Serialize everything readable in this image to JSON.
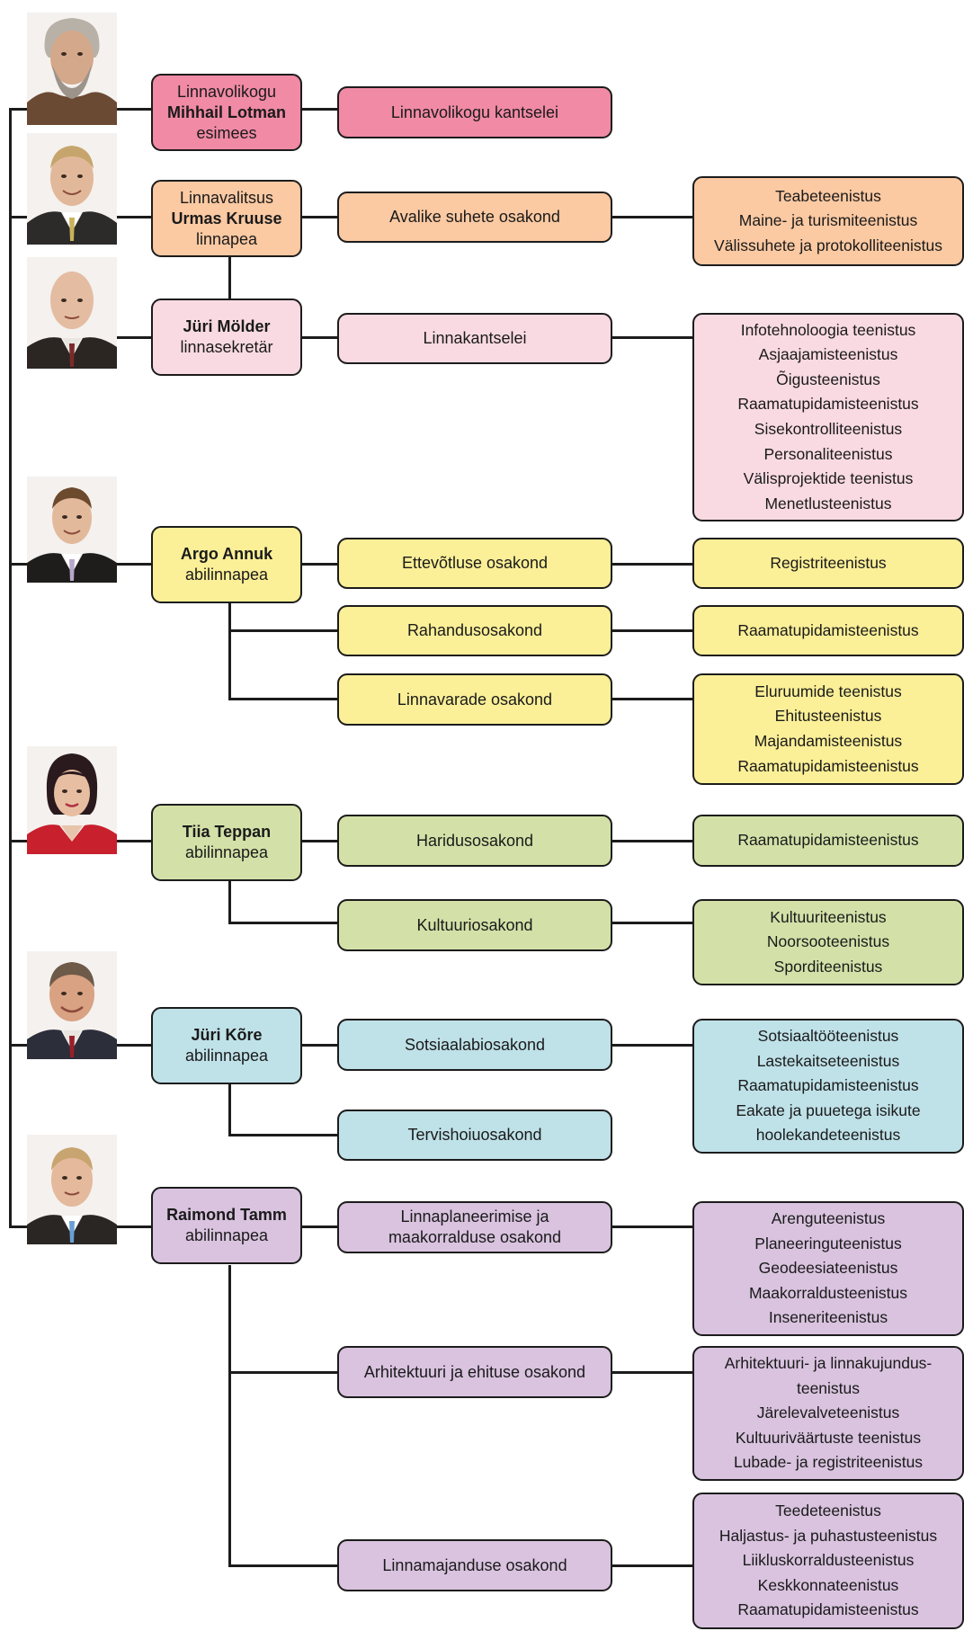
{
  "colors": {
    "council": "#f08aa5",
    "government": "#fbc9a2",
    "secretary": "#f9dae3",
    "annuk": "#fbef97",
    "teppan": "#d3e1a8",
    "kore": "#bfe1e8",
    "tamm": "#d9c3df",
    "line": "#1c1c1c"
  },
  "leaders": [
    {
      "role_top": "Linnavolikogu",
      "name": "Mihhail Lotman",
      "role": "esimees",
      "photo_icon": "man-gray-hair-beard-photo"
    },
    {
      "role_top": "Linnavalitsus",
      "name": "Urmas Kruuse",
      "role": "linnapea",
      "photo_icon": "man-blond-smiling-photo"
    },
    {
      "name": "Jüri Mölder",
      "role": "linnasekretär",
      "photo_icon": "man-bald-photo"
    },
    {
      "name": "Argo Annuk",
      "role": "abilinnapea",
      "photo_icon": "man-short-hair-photo"
    },
    {
      "name": "Tiia Teppan",
      "role": "abilinnapea",
      "photo_icon": "woman-dark-hair-red-jacket-photo"
    },
    {
      "name": "Jüri Kõre",
      "role": "abilinnapea",
      "photo_icon": "man-smiling-red-tie-photo"
    },
    {
      "name": "Raimond Tamm",
      "role": "abilinnapea",
      "photo_icon": "man-young-blue-tie-photo"
    }
  ],
  "departments": [
    {
      "l1": "Linnavolikogu kantselei"
    },
    {
      "l1": "Avalike suhete osakond"
    },
    {
      "l1": "Linnakantselei"
    },
    {
      "l1": "Ettevõtluse osakond"
    },
    {
      "l1": "Rahandusosakond"
    },
    {
      "l1": "Linnavarade osakond"
    },
    {
      "l1": "Haridusosakond"
    },
    {
      "l1": "Kultuuriosakond"
    },
    {
      "l1": "Sotsiaalabiosakond"
    },
    {
      "l1": "Tervishoiuosakond"
    },
    {
      "l1": "Linnaplaneerimise ja",
      "l2": "maakorralduse osakond"
    },
    {
      "l1": "Arhitektuuri ja ehituse osakond"
    },
    {
      "l1": "Linnamajanduse osakond"
    }
  ],
  "services": [
    [
      "Teabeteenistus",
      "Maine- ja turismiteenistus",
      "Välissuhete ja protokolliteenistus"
    ],
    [
      "Infotehnoloogia teenistus",
      "Asjaajamisteenistus",
      "Õigusteenistus",
      "Raamatupidamisteenistus",
      "Sisekontrolliteenistus",
      "Personaliteenistus",
      "Välisprojektide teenistus",
      "Menetlusteenistus"
    ],
    [
      "Registriteenistus"
    ],
    [
      "Raamatupidamisteenistus"
    ],
    [
      "Eluruumide teenistus",
      "Ehitusteenistus",
      "Majandamisteenistus",
      "Raamatupidamisteenistus"
    ],
    [
      "Raamatupidamisteenistus"
    ],
    [
      "Kultuuriteenistus",
      "Noorsooteenistus",
      "Sporditeenistus"
    ],
    [
      "Sotsiaaltööteenistus",
      "Lastekaitseteenistus",
      "Raamatupidamisteenistus",
      "Eakate ja puuetega isikute",
      "hoolekandeteenistus"
    ],
    [
      "Arenguteenistus",
      "Planeeringuteenistus",
      "Geodeesiateenistus",
      "Maakorraldusteenistus",
      "Inseneriteenistus"
    ],
    [
      "Arhitektuuri- ja linnakujundus-",
      "teenistus",
      "Järelevalveteenistus",
      "Kultuuriväärtuste teenistus",
      "Lubade- ja registriteenistus"
    ],
    [
      "Teedeteenistus",
      "Haljastus- ja puhastusteenistus",
      "Liikluskorraldusteenistus",
      "Keskkonnateenistus",
      "Raamatupidamisteenistus"
    ]
  ]
}
